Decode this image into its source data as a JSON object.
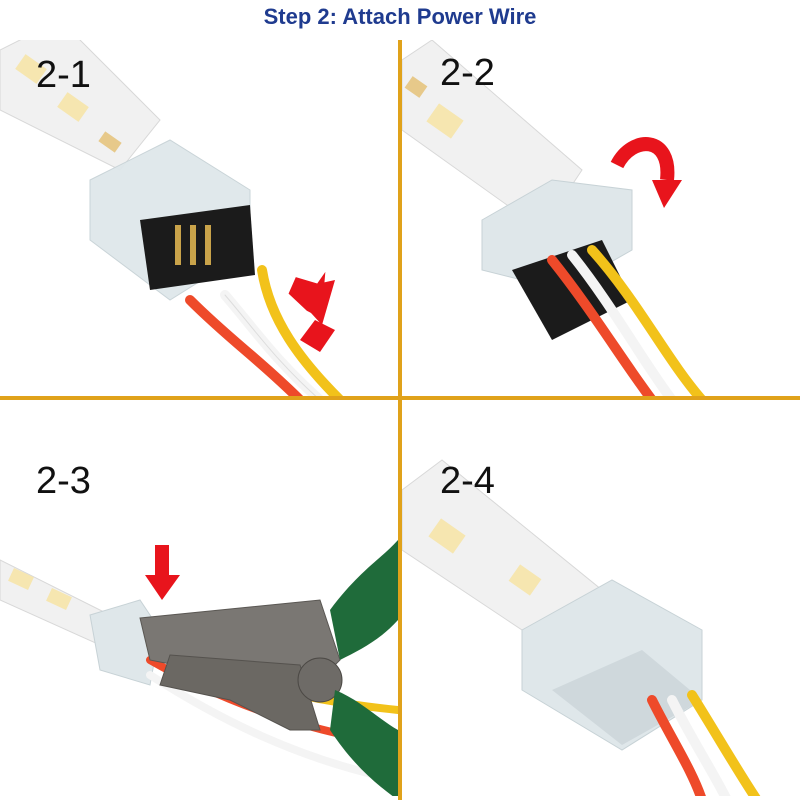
{
  "title": "Step 2: Attach Power Wire",
  "colors": {
    "title": "#1f3b8f",
    "divider": "#e0a21a",
    "arrow": "#e8141c",
    "wire_red": "#ee4a2a",
    "wire_white": "#f4f4f4",
    "wire_yellow": "#f2c21a",
    "strip": "#f1f1f1",
    "connector_black": "#1b1b1b",
    "pliers_handle": "#1f6b3a"
  },
  "steps": [
    {
      "label": "2-1",
      "illustration": "connector-open-wires-inserting",
      "arrow": "arrow-up-right-icon"
    },
    {
      "label": "2-2",
      "illustration": "connector-closing-lid",
      "arrow": "rotate-arrow-icon"
    },
    {
      "label": "2-3",
      "illustration": "pliers-pressing-connector",
      "arrow": "arrow-down-icon"
    },
    {
      "label": "2-4",
      "illustration": "connector-closed-complete"
    }
  ]
}
